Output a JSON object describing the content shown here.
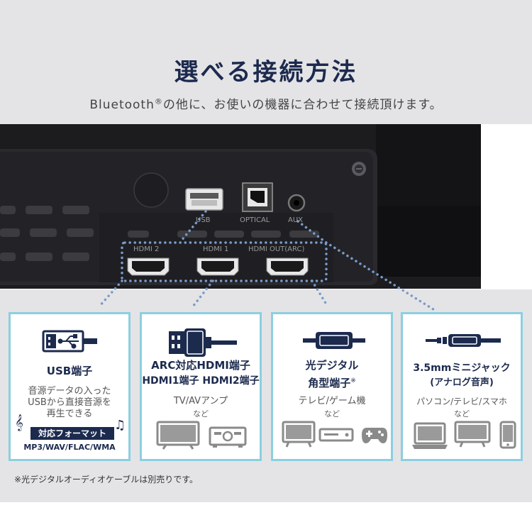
{
  "header": {
    "title": "選べる接続方法",
    "subtitle_pre": "Bluetooth",
    "subtitle_reg": "®",
    "subtitle_post": "の他に、お使いの機器に合わせて接続頂けます。"
  },
  "device": {
    "ports": {
      "usb": "USB",
      "optical": "OPTICAL",
      "aux": "AUX",
      "hdmi2": "HDMI 2",
      "hdmi1": "HDMI 1",
      "hdmi_out": "HDMI OUT(ARC)"
    }
  },
  "cards": {
    "usb": {
      "icon_label": "USB",
      "title": "USB端子",
      "desc_line1": "音源データの入った",
      "desc_line2": "USBから直接音源を",
      "desc_line3": "再生できる",
      "badge": "対応フォーマット",
      "formats": "MP3/WAV/FLAC/WMA"
    },
    "hdmi": {
      "title_line1": "ARC対応HDMI端子",
      "title_line2": "HDMI1端子 HDMI2端子",
      "sub": "TV/AVアンプ",
      "note": "など"
    },
    "optical": {
      "title_line1": "光デジタル",
      "title_line2": "角型端子",
      "title_mark": "※",
      "sub": "テレビ/ゲーム機",
      "note": "など"
    },
    "aux": {
      "title_line1": "3.5mmミニジャック",
      "title_line2": "(アナログ音声)",
      "sub": "パソコン/テレビ/スマホ",
      "note": "など"
    }
  },
  "footnote": "※光デジタルオーディオケーブルは別売りです。",
  "colors": {
    "navy": "#1c2a4e",
    "card_border": "#8ccfe0",
    "dot_line": "#7a9bc9",
    "background_gray": "#e4e4e6"
  }
}
